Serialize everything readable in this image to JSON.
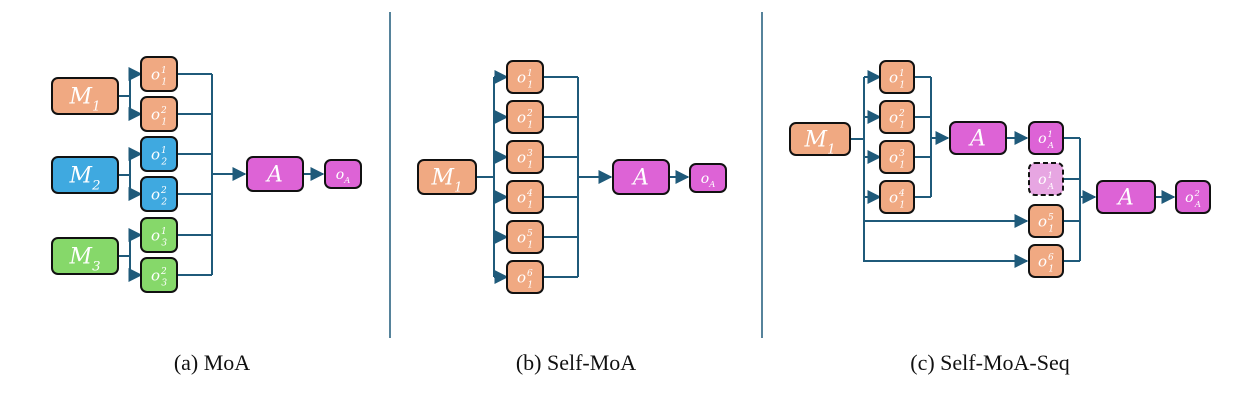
{
  "colors": {
    "line": "#1f5a7a",
    "orange_fill": "#f0a982",
    "blue_fill": "#3fa9e0",
    "green_fill": "#86d86a",
    "purple_fill": "#dd63d6",
    "purple_light_fill": "#e7a6e2",
    "stroke": "#111111"
  },
  "panels": {
    "a": {
      "caption": "(a) MoA",
      "models": [
        {
          "main": "M",
          "sub": "1"
        },
        {
          "main": "M",
          "sub": "2"
        },
        {
          "main": "M",
          "sub": "3"
        }
      ],
      "outputs": [
        {
          "main": "o",
          "sub": "1",
          "sup": "1"
        },
        {
          "main": "o",
          "sub": "1",
          "sup": "2"
        },
        {
          "main": "o",
          "sub": "2",
          "sup": "1"
        },
        {
          "main": "o",
          "sub": "2",
          "sup": "2"
        },
        {
          "main": "o",
          "sub": "3",
          "sup": "1"
        },
        {
          "main": "o",
          "sub": "3",
          "sup": "2"
        }
      ],
      "aggregator": {
        "main": "A"
      },
      "final": {
        "main": "o",
        "sub": "A"
      }
    },
    "b": {
      "caption": "(b) Self-MoA",
      "model": {
        "main": "M",
        "sub": "1"
      },
      "outputs": [
        {
          "main": "o",
          "sub": "1",
          "sup": "1"
        },
        {
          "main": "o",
          "sub": "1",
          "sup": "2"
        },
        {
          "main": "o",
          "sub": "1",
          "sup": "3"
        },
        {
          "main": "o",
          "sub": "1",
          "sup": "4"
        },
        {
          "main": "o",
          "sub": "1",
          "sup": "5"
        },
        {
          "main": "o",
          "sub": "1",
          "sup": "6"
        }
      ],
      "aggregator": {
        "main": "A"
      },
      "final": {
        "main": "o",
        "sub": "A"
      }
    },
    "c": {
      "caption": "(c) Self-MoA-Seq",
      "model": {
        "main": "M",
        "sub": "1"
      },
      "outputs_first": [
        {
          "main": "o",
          "sub": "1",
          "sup": "1"
        },
        {
          "main": "o",
          "sub": "1",
          "sup": "2"
        },
        {
          "main": "o",
          "sub": "1",
          "sup": "3"
        },
        {
          "main": "o",
          "sub": "1",
          "sup": "4"
        }
      ],
      "aggregator_1": {
        "main": "A"
      },
      "intermediate": {
        "main": "o",
        "sub": "A",
        "sup": "1"
      },
      "intermediate_copy": {
        "main": "o",
        "sub": "A",
        "sup": "1"
      },
      "outputs_second": [
        {
          "main": "o",
          "sub": "1",
          "sup": "5"
        },
        {
          "main": "o",
          "sub": "1",
          "sup": "6"
        }
      ],
      "aggregator_2": {
        "main": "A"
      },
      "final": {
        "main": "o",
        "sub": "A",
        "sup": "2"
      }
    }
  }
}
